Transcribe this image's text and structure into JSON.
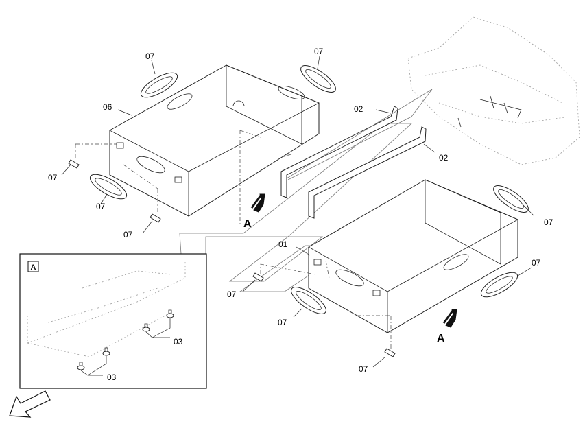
{
  "callouts": {
    "c06": "06",
    "c07_top_left": "07",
    "c07_top_mid": "07",
    "c07_left_pin": "07",
    "c07_left_grommet": "07",
    "c07_bottom_pin": "07",
    "c02_top": "02",
    "c02_right": "02",
    "c01": "01",
    "c07_right_grommet_1": "07",
    "c07_right_grommet_2": "07",
    "c07_center_pin": "07",
    "c07_center_grommet": "07",
    "c07_bottom_right_pin": "07",
    "c03_upper": "03",
    "c03_lower": "03"
  },
  "view_labels": {
    "arrow_a_left": "A",
    "arrow_a_right": "A",
    "detail_box": "A"
  },
  "icons": {
    "direction_arrow": "hollow-arrow-down-left-icon",
    "view_arrow": "filled-arrow-icon"
  }
}
